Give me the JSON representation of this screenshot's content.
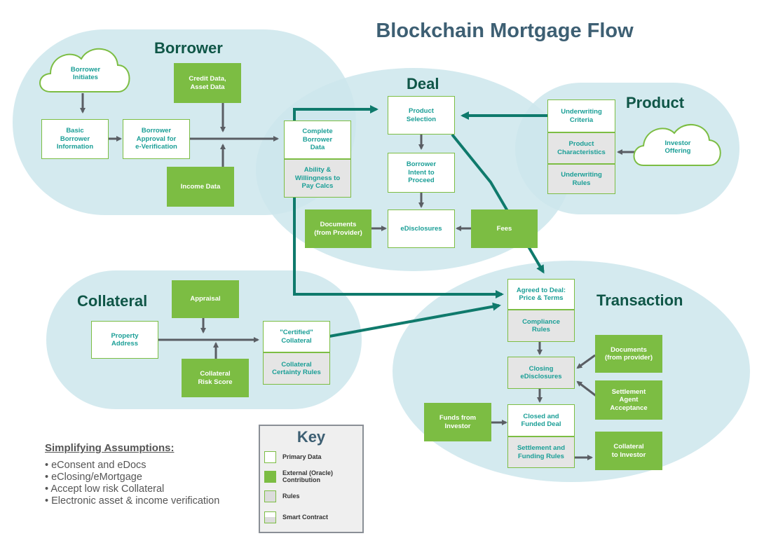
{
  "title": "Blockchain Mortgage Flow",
  "colors": {
    "region_fill": "#cde6ec",
    "primary_border": "#7cbd43",
    "oracle_fill": "#7cbd43",
    "rules_fill": "#e5e5e5",
    "main_arrow": "#0f7a6c",
    "minor_arrow": "#5a5e64",
    "title_color": "#3d5f73",
    "region_label_color": "#0f5647"
  },
  "regions": {
    "borrower": "Borrower",
    "deal": "Deal",
    "product": "Product",
    "collateral": "Collateral",
    "transaction": "Transaction"
  },
  "nodes": {
    "borrower_initiates": "Borrower\nInitiates",
    "basic_borrower_info": "Basic\nBorrower\nInformation",
    "borrower_approval": "Borrower\nApproval for\ne-Verification",
    "credit_data": "Credit Data,\nAsset Data",
    "income_data": "Income Data",
    "complete_borrower_data": "Complete\nBorrower\nData",
    "ability_willingness": "Ability &\nWillingness to\nPay Calcs",
    "product_selection": "Product\nSelection",
    "borrower_intent": "Borrower\nIntent to\nProceed",
    "documents_provider": "Documents\n(from Provider)",
    "edisclosures": "eDisclosures",
    "fees": "Fees",
    "underwriting_criteria": "Underwriting\nCriteria",
    "product_characteristics": "Product\nCharacteristics",
    "underwriting_rules": "Underwriting\nRules",
    "investor_offering": "Investor\nOffering",
    "appraisal": "Appraisal",
    "property_address": "Property\nAddress",
    "certified_collateral": "\"Certified\"\nCollateral",
    "collateral_certainty_rules": "Collateral\nCertainty Rules",
    "collateral_risk_score": "Collateral\nRisk Score",
    "agreed_to_deal": "Agreed to Deal:\nPrice & Terms",
    "compliance_rules": "Compliance\nRules",
    "closing_edisclosures": "Closing\neDisclosures",
    "documents_from_provider_tx": "Documents\n(from provider)",
    "settlement_agent_acceptance": "Settlement\nAgent\nAcceptance",
    "funds_from_investor": "Funds from\nInvestor",
    "closed_and_funded": "Closed and\nFunded Deal",
    "settlement_funding_rules": "Settlement and\nFunding Rules",
    "collateral_to_investor": "Collateral\nto Investor"
  },
  "key": {
    "title": "Key",
    "items": [
      {
        "type": "primary",
        "label": "Primary Data"
      },
      {
        "type": "oracle",
        "label": "External (Oracle)\nContribution"
      },
      {
        "type": "rules",
        "label": "Rules"
      },
      {
        "type": "smart",
        "label": "Smart Contract"
      }
    ]
  },
  "assumptions": {
    "title": "Simplifying Assumptions:",
    "items": [
      "eConsent and eDocs",
      "eClosing/eMortgage",
      "Accept low risk Collateral",
      "Electronic asset & income verification"
    ]
  }
}
